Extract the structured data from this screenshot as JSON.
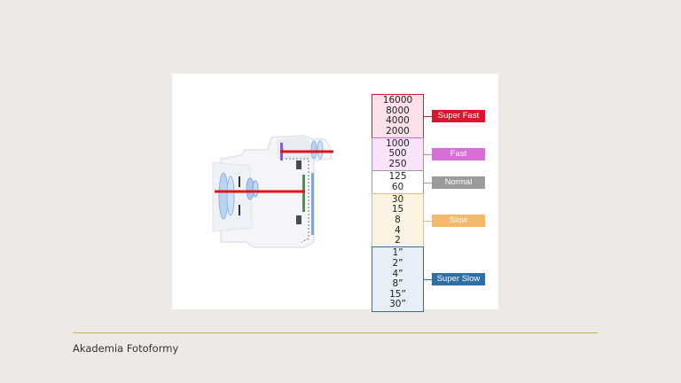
{
  "footer": {
    "brand": "Akademia Fotoformy"
  },
  "colors": {
    "slide_bg": "#ede9e4",
    "footer_rule": "#c9b45c",
    "sensor_line": "#e0141e",
    "super_fast": "#d9162f",
    "fast": "#d86fd8",
    "normal": "#9b9b9b",
    "slow": "#f2b86b",
    "super_slow": "#2f6fa6"
  },
  "diagram": {
    "camera_icon": "camera-cross-section-icon",
    "shutter_groups": [
      {
        "id": "super_fast",
        "label": "Super Fast",
        "values": [
          "16000",
          "8000",
          "4000",
          "2000"
        ],
        "bg": "#fde1e6",
        "border": "#d9162f",
        "tag": "#d9162f"
      },
      {
        "id": "fast",
        "label": "Fast",
        "values": [
          "1000",
          "500",
          "250"
        ],
        "bg": "#f8e3f8",
        "border": "#d86fd8",
        "tag": "#d86fd8"
      },
      {
        "id": "normal",
        "label": "Normal",
        "values": [
          "125",
          "60"
        ],
        "bg": "#ffffff",
        "border": "#9b9b9b",
        "tag": "#9b9b9b"
      },
      {
        "id": "slow",
        "label": "Slow",
        "values": [
          "30",
          "15",
          "8",
          "4",
          "2"
        ],
        "bg": "#fdf3e3",
        "border": "#f2b86b",
        "tag": "#f2b86b"
      },
      {
        "id": "super_slow",
        "label": "Super Slow",
        "values": [
          "1”",
          "2”",
          "4”",
          "8”",
          "15”",
          "30”"
        ],
        "bg": "#e6eff8",
        "border": "#2f6fa6",
        "tag": "#2f6fa6"
      }
    ]
  }
}
